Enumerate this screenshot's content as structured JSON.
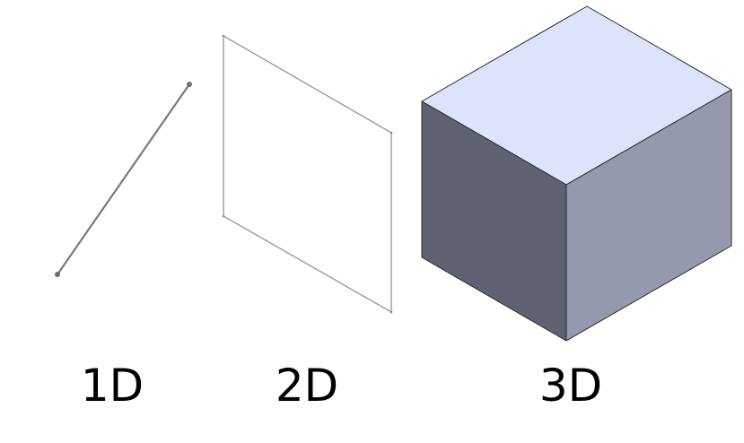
{
  "labels": {
    "one_d": "1D",
    "two_d": "2D",
    "three_d": "3D"
  },
  "colors": {
    "line": "#7a7a7a",
    "square_edge": "#8c8c8c",
    "cube_top": "#dde3fb",
    "cube_left": "#5f6272",
    "cube_right": "#9499ae",
    "cube_edge": "#2a2a2a",
    "text": "#000000"
  }
}
